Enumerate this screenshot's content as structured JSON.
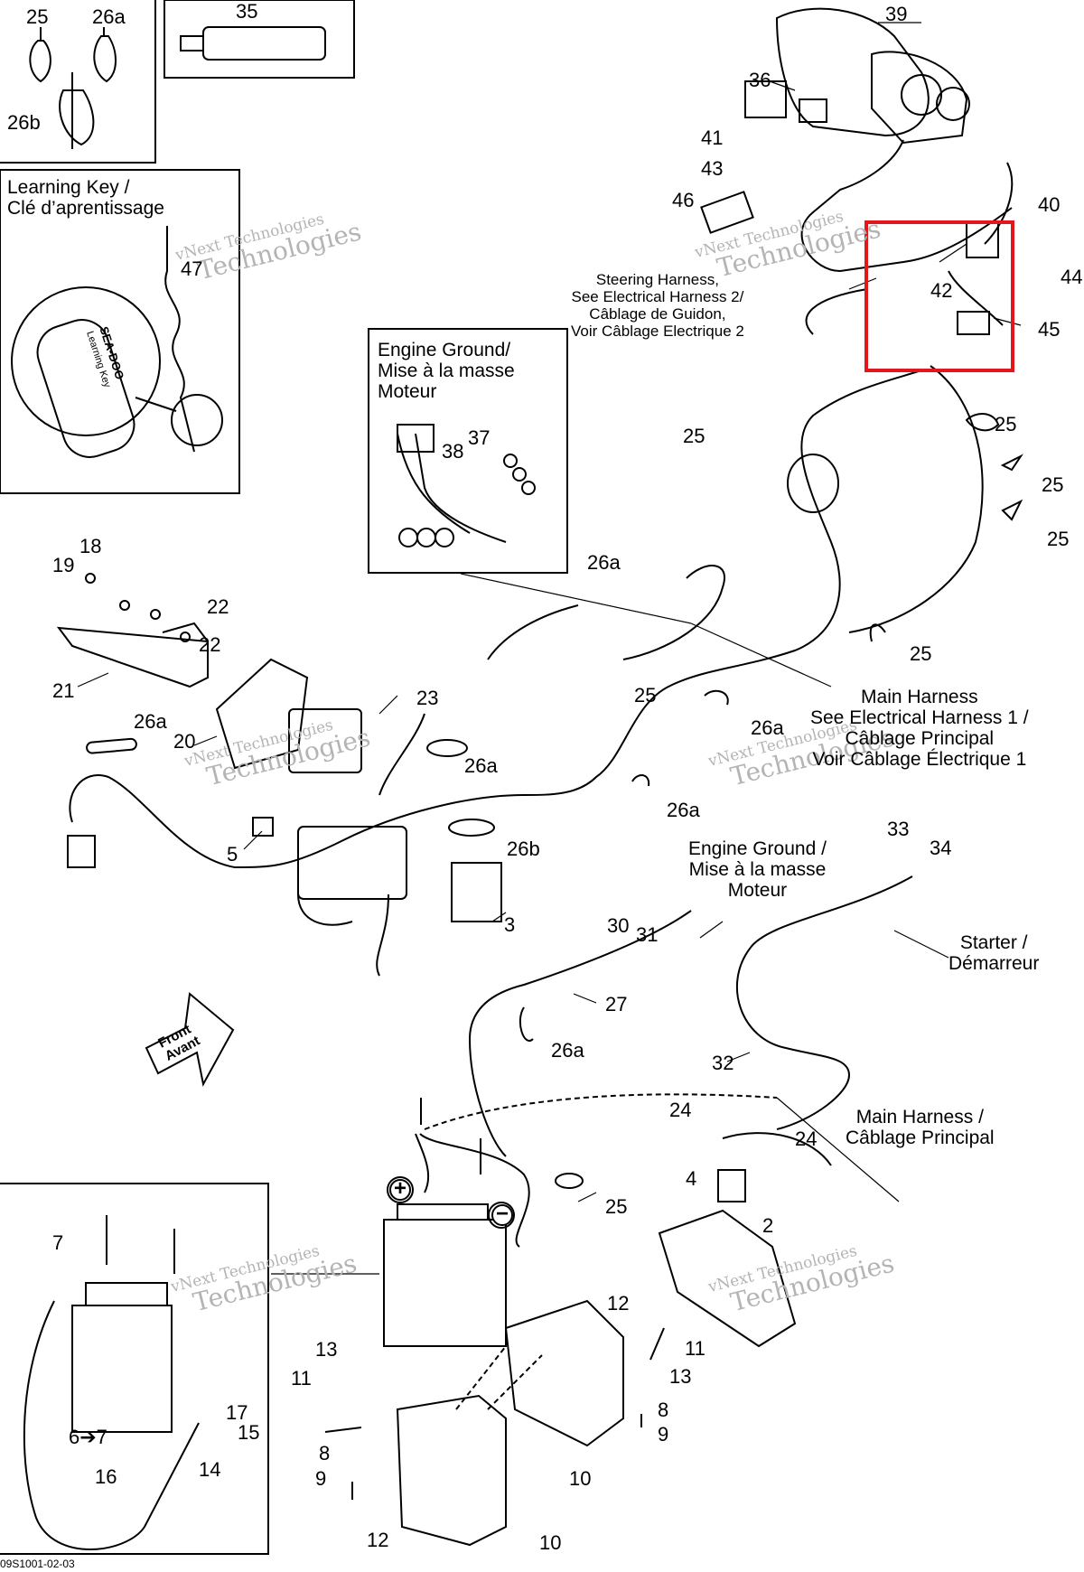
{
  "callouts": [
    {
      "id": "c25a",
      "text": "25"
    },
    {
      "id": "c26a_top",
      "text": "26a"
    },
    {
      "id": "c26b_top",
      "text": "26b"
    },
    {
      "id": "c35",
      "text": "35"
    },
    {
      "id": "c39",
      "text": "39"
    },
    {
      "id": "c36",
      "text": "36"
    },
    {
      "id": "c41",
      "text": "41"
    },
    {
      "id": "c43",
      "text": "43"
    },
    {
      "id": "c46",
      "text": "46"
    },
    {
      "id": "c40",
      "text": "40"
    },
    {
      "id": "c44",
      "text": "44"
    },
    {
      "id": "c42",
      "text": "42"
    },
    {
      "id": "c45",
      "text": "45"
    },
    {
      "id": "c47",
      "text": "47"
    },
    {
      "id": "c25b",
      "text": "25"
    },
    {
      "id": "c25c",
      "text": "25"
    },
    {
      "id": "c25d",
      "text": "25"
    },
    {
      "id": "c25e",
      "text": "25"
    },
    {
      "id": "c25f",
      "text": "25"
    },
    {
      "id": "c37",
      "text": "37"
    },
    {
      "id": "c38",
      "text": "38"
    },
    {
      "id": "c18",
      "text": "18"
    },
    {
      "id": "c19",
      "text": "19"
    },
    {
      "id": "c22a",
      "text": "22"
    },
    {
      "id": "c22b",
      "text": "22"
    },
    {
      "id": "c21",
      "text": "21"
    },
    {
      "id": "c26a_mid",
      "text": "26a"
    },
    {
      "id": "c25g",
      "text": "25"
    },
    {
      "id": "c26a_l",
      "text": "26a"
    },
    {
      "id": "c20",
      "text": "20"
    },
    {
      "id": "c23",
      "text": "23"
    },
    {
      "id": "c26a_c",
      "text": "26a"
    },
    {
      "id": "c26a_r",
      "text": "26a"
    },
    {
      "id": "c26a_r2",
      "text": "26a"
    },
    {
      "id": "c26b_mid",
      "text": "26b"
    },
    {
      "id": "c5",
      "text": "5"
    },
    {
      "id": "c3",
      "text": "3"
    },
    {
      "id": "c33",
      "text": "33"
    },
    {
      "id": "c34",
      "text": "34"
    },
    {
      "id": "c30",
      "text": "30"
    },
    {
      "id": "c31",
      "text": "31"
    },
    {
      "id": "c27",
      "text": "27"
    },
    {
      "id": "c26a_low",
      "text": "26a"
    },
    {
      "id": "c32",
      "text": "32"
    },
    {
      "id": "c24a",
      "text": "24"
    },
    {
      "id": "c24b",
      "text": "24"
    },
    {
      "id": "c4",
      "text": "4"
    },
    {
      "id": "c2",
      "text": "2"
    },
    {
      "id": "c25h",
      "text": "25"
    },
    {
      "id": "c7",
      "text": "7"
    },
    {
      "id": "c12a",
      "text": "12"
    },
    {
      "id": "c11a",
      "text": "11"
    },
    {
      "id": "c13a",
      "text": "13"
    },
    {
      "id": "c11b",
      "text": "11"
    },
    {
      "id": "c13b",
      "text": "13"
    },
    {
      "id": "c8a",
      "text": "8"
    },
    {
      "id": "c9a",
      "text": "9"
    },
    {
      "id": "c17",
      "text": "17"
    },
    {
      "id": "c15",
      "text": "15"
    },
    {
      "id": "c6_7",
      "text": "6➔7"
    },
    {
      "id": "c14",
      "text": "14"
    },
    {
      "id": "c16",
      "text": "16"
    },
    {
      "id": "c8b",
      "text": "8"
    },
    {
      "id": "c9b",
      "text": "9"
    },
    {
      "id": "c10a",
      "text": "10"
    },
    {
      "id": "c12b",
      "text": "12"
    },
    {
      "id": "c10b",
      "text": "10"
    }
  ],
  "text_blocks": {
    "learning_key": [
      "Learning Key /",
      "Clé d’aprentissage"
    ],
    "steering_harness": [
      "Steering Harness,",
      "See Electrical Harness 2/",
      "Câblage de Guidon,",
      "Voir Câblage Electrique 2"
    ],
    "engine_ground_box": [
      "Engine Ground/",
      "Mise à la masse",
      "Moteur"
    ],
    "main_harness_1": [
      "Main Harness",
      "See Electrical Harness 1 /",
      "Câblage Principal",
      "Voir Câblage Électrique 1"
    ],
    "engine_ground_2": [
      "Engine Ground /",
      "Mise à la masse",
      "Moteur"
    ],
    "starter": [
      "Starter /",
      "Démarreur"
    ],
    "main_harness_2": [
      "Main Harness /",
      "Câblage Principal"
    ]
  },
  "learning_key_tag": {
    "brand": "SEA-DOO",
    "sub": "Learning Key"
  },
  "front_arrow": {
    "line1": "Front",
    "line2": "Avant"
  },
  "battery_terminals": {
    "positive": "+",
    "negative": "−"
  },
  "watermark": {
    "line1": "vNext Technologies",
    "line2": "Technologies"
  },
  "diagram_code": "09S1001-02-03",
  "highlight_color": "#e3161b"
}
